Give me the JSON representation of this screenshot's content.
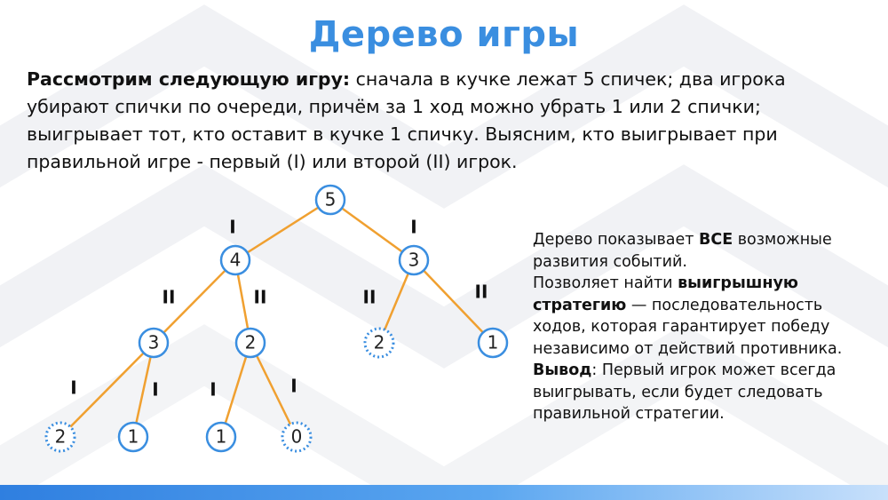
{
  "title": "Дерево игры",
  "intro": {
    "lead": "Рассмотрим следующую игру:",
    "text": " сначала в кучке лежат 5 спичек; два игрока убирают спички по очереди, причём за 1 ход можно убрать 1 или 2 спички; выигрывает тот, кто оставит в кучке 1 спичку. Выясним, кто выигрывает при правильной игре - первый (I) или второй (II) игрок."
  },
  "tree": {
    "nodes": [
      {
        "id": "n5",
        "label": "5",
        "style": "solid"
      },
      {
        "id": "n4",
        "label": "4",
        "style": "solid"
      },
      {
        "id": "n3",
        "label": "3",
        "style": "solid"
      },
      {
        "id": "n3b",
        "label": "3",
        "style": "solid"
      },
      {
        "id": "n2a",
        "label": "2",
        "style": "solid"
      },
      {
        "id": "n2b",
        "label": "2",
        "style": "dotted"
      },
      {
        "id": "n1a",
        "label": "1",
        "style": "solid"
      },
      {
        "id": "n2c",
        "label": "2",
        "style": "dotted"
      },
      {
        "id": "n1b",
        "label": "1",
        "style": "solid"
      },
      {
        "id": "n1c",
        "label": "1",
        "style": "solid"
      },
      {
        "id": "n0",
        "label": "0",
        "style": "dotted"
      }
    ],
    "edges": [
      {
        "from": "n5",
        "to": "n4",
        "label": "I"
      },
      {
        "from": "n5",
        "to": "n3",
        "label": "I"
      },
      {
        "from": "n4",
        "to": "n3b",
        "label": "II"
      },
      {
        "from": "n4",
        "to": "n2a",
        "label": "II"
      },
      {
        "from": "n3",
        "to": "n2b",
        "label": "II"
      },
      {
        "from": "n3",
        "to": "n1a",
        "label": "II"
      },
      {
        "from": "n3b",
        "to": "n2c",
        "label": "I"
      },
      {
        "from": "n3b",
        "to": "n1b",
        "label": "I"
      },
      {
        "from": "n2a",
        "to": "n1c",
        "label": "I"
      },
      {
        "from": "n2a",
        "to": "n0",
        "label": "I"
      }
    ],
    "colors": {
      "edge": "#f0a030",
      "node_stroke": "#3a8ee0",
      "node_fill": "#ffffff",
      "text": "#222222"
    }
  },
  "side": {
    "p1_a": "Дерево показывает ",
    "p1_b": "ВСЕ",
    "p1_c": " возможные развития событий.",
    "p2_a": "Позволяет найти ",
    "p2_b": "выигрышную стратегию",
    "p2_c": " — последовательность ходов, которая гарантирует победу независимо от действий противника.",
    "p3_a": "Вывод",
    "p3_b": ": Первый игрок может всегда выигрывать, если будет следовать правильной стратегии."
  }
}
